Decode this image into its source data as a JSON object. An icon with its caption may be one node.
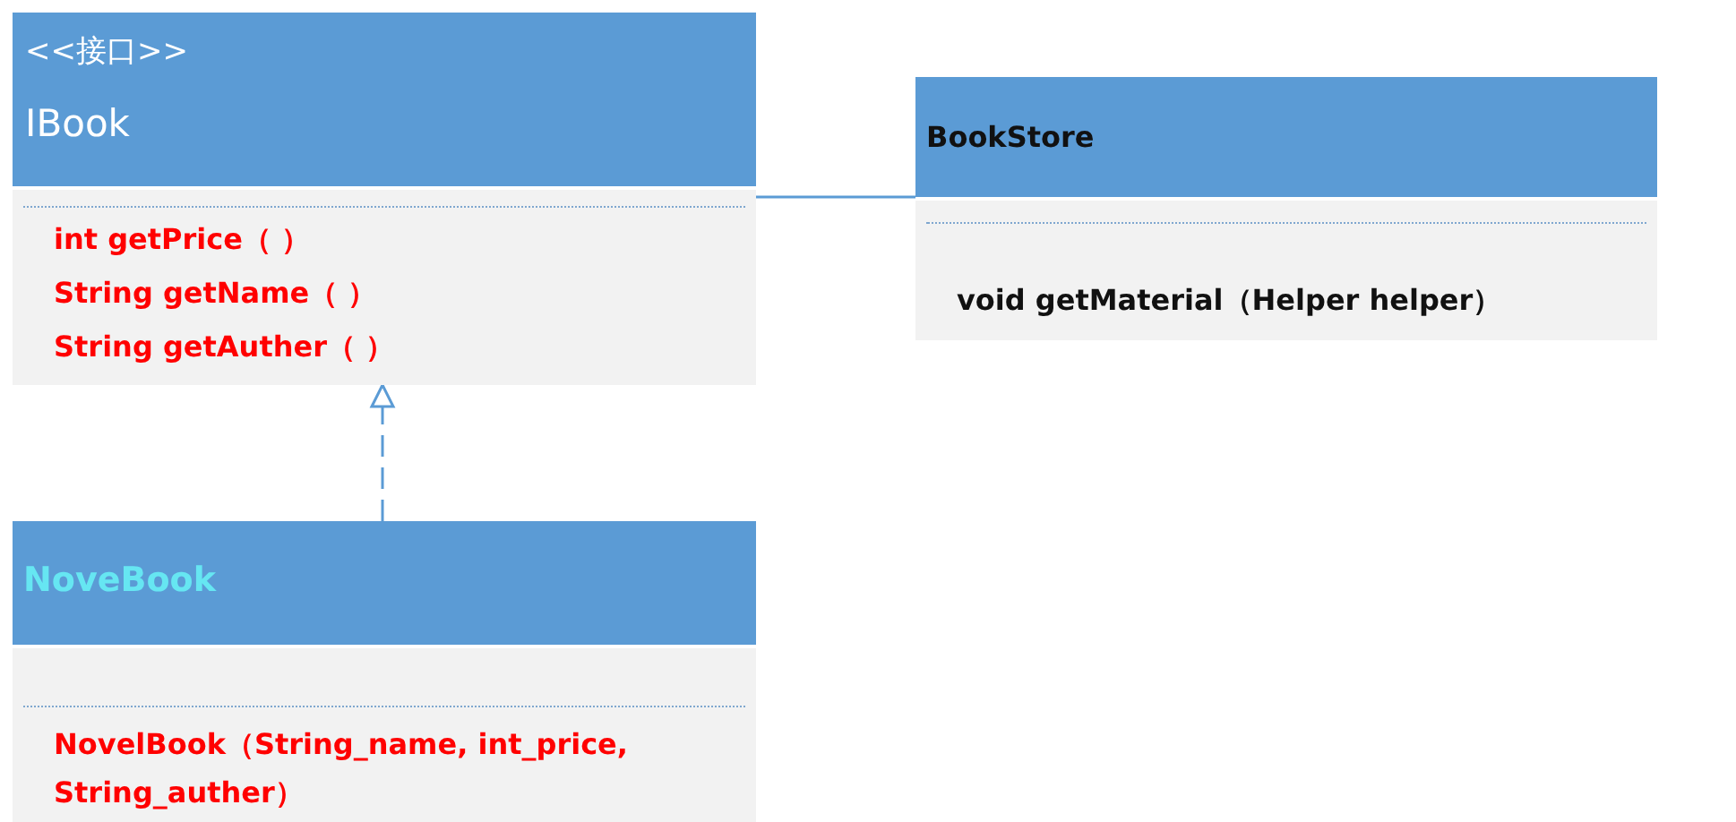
{
  "diagram": {
    "nodes": [
      {
        "text": [
          "<<接口>>",
          "IBook",
          "int getPrice（ ）",
          "String getName（ ）",
          "String getAuther（ ）"
        ]
      },
      {
        "text": [
          "BookStore",
          "void getMaterial（Helper helper）"
        ]
      },
      {
        "text": [
          "NoveBook",
          "NovelBook（String_name, int_price, String_auther）"
        ]
      }
    ],
    "edges": [
      {
        "from": 2,
        "to": 0,
        "arrow": "to",
        "style": "dashed"
      },
      {
        "from": 0,
        "to": 1,
        "arrow": "none"
      }
    ]
  }
}
